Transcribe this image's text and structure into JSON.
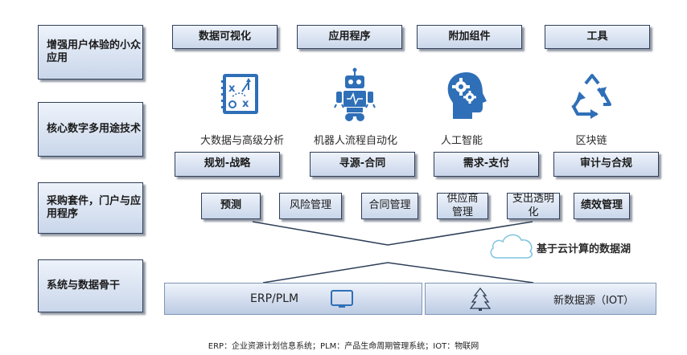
{
  "layers": [
    {
      "label": "增强用户体验的小众应用"
    },
    {
      "label": "核心数字多用途技术"
    },
    {
      "label": "采购套件，门户与应用程序"
    },
    {
      "label": "系统与数据骨干"
    }
  ],
  "experience": [
    "数据可视化",
    "应用程序",
    "附加组件",
    "工具"
  ],
  "tech": [
    {
      "caption": "大数据与高级分析",
      "icon": "analytics-icon",
      "stage": "规划-战略"
    },
    {
      "caption": "机器人流程自动化",
      "icon": "robot-icon",
      "stage": "寻源-合同"
    },
    {
      "caption": "人工智能",
      "icon": "brain-gear-icon",
      "stage": "需求-支付"
    },
    {
      "caption": "区块链",
      "icon": "recycle-icon",
      "stage": "审计与合规"
    }
  ],
  "modules": [
    "预测",
    "风险管理",
    "合同管理",
    "供应商管理",
    "支出透明化",
    "绩效管理"
  ],
  "cloud_label": "基于云计算的数据湖",
  "backbone": {
    "left": "ERP/PLM",
    "right": "新数据源（IOT）"
  },
  "footnote": "ERP：企业资源计划信息系统；PLM：产品生命周期管理系统；IOT：物联网",
  "colors": {
    "accent": "#2f6fb7",
    "border": "#2f3f58",
    "fill": "#d6e0f0"
  }
}
